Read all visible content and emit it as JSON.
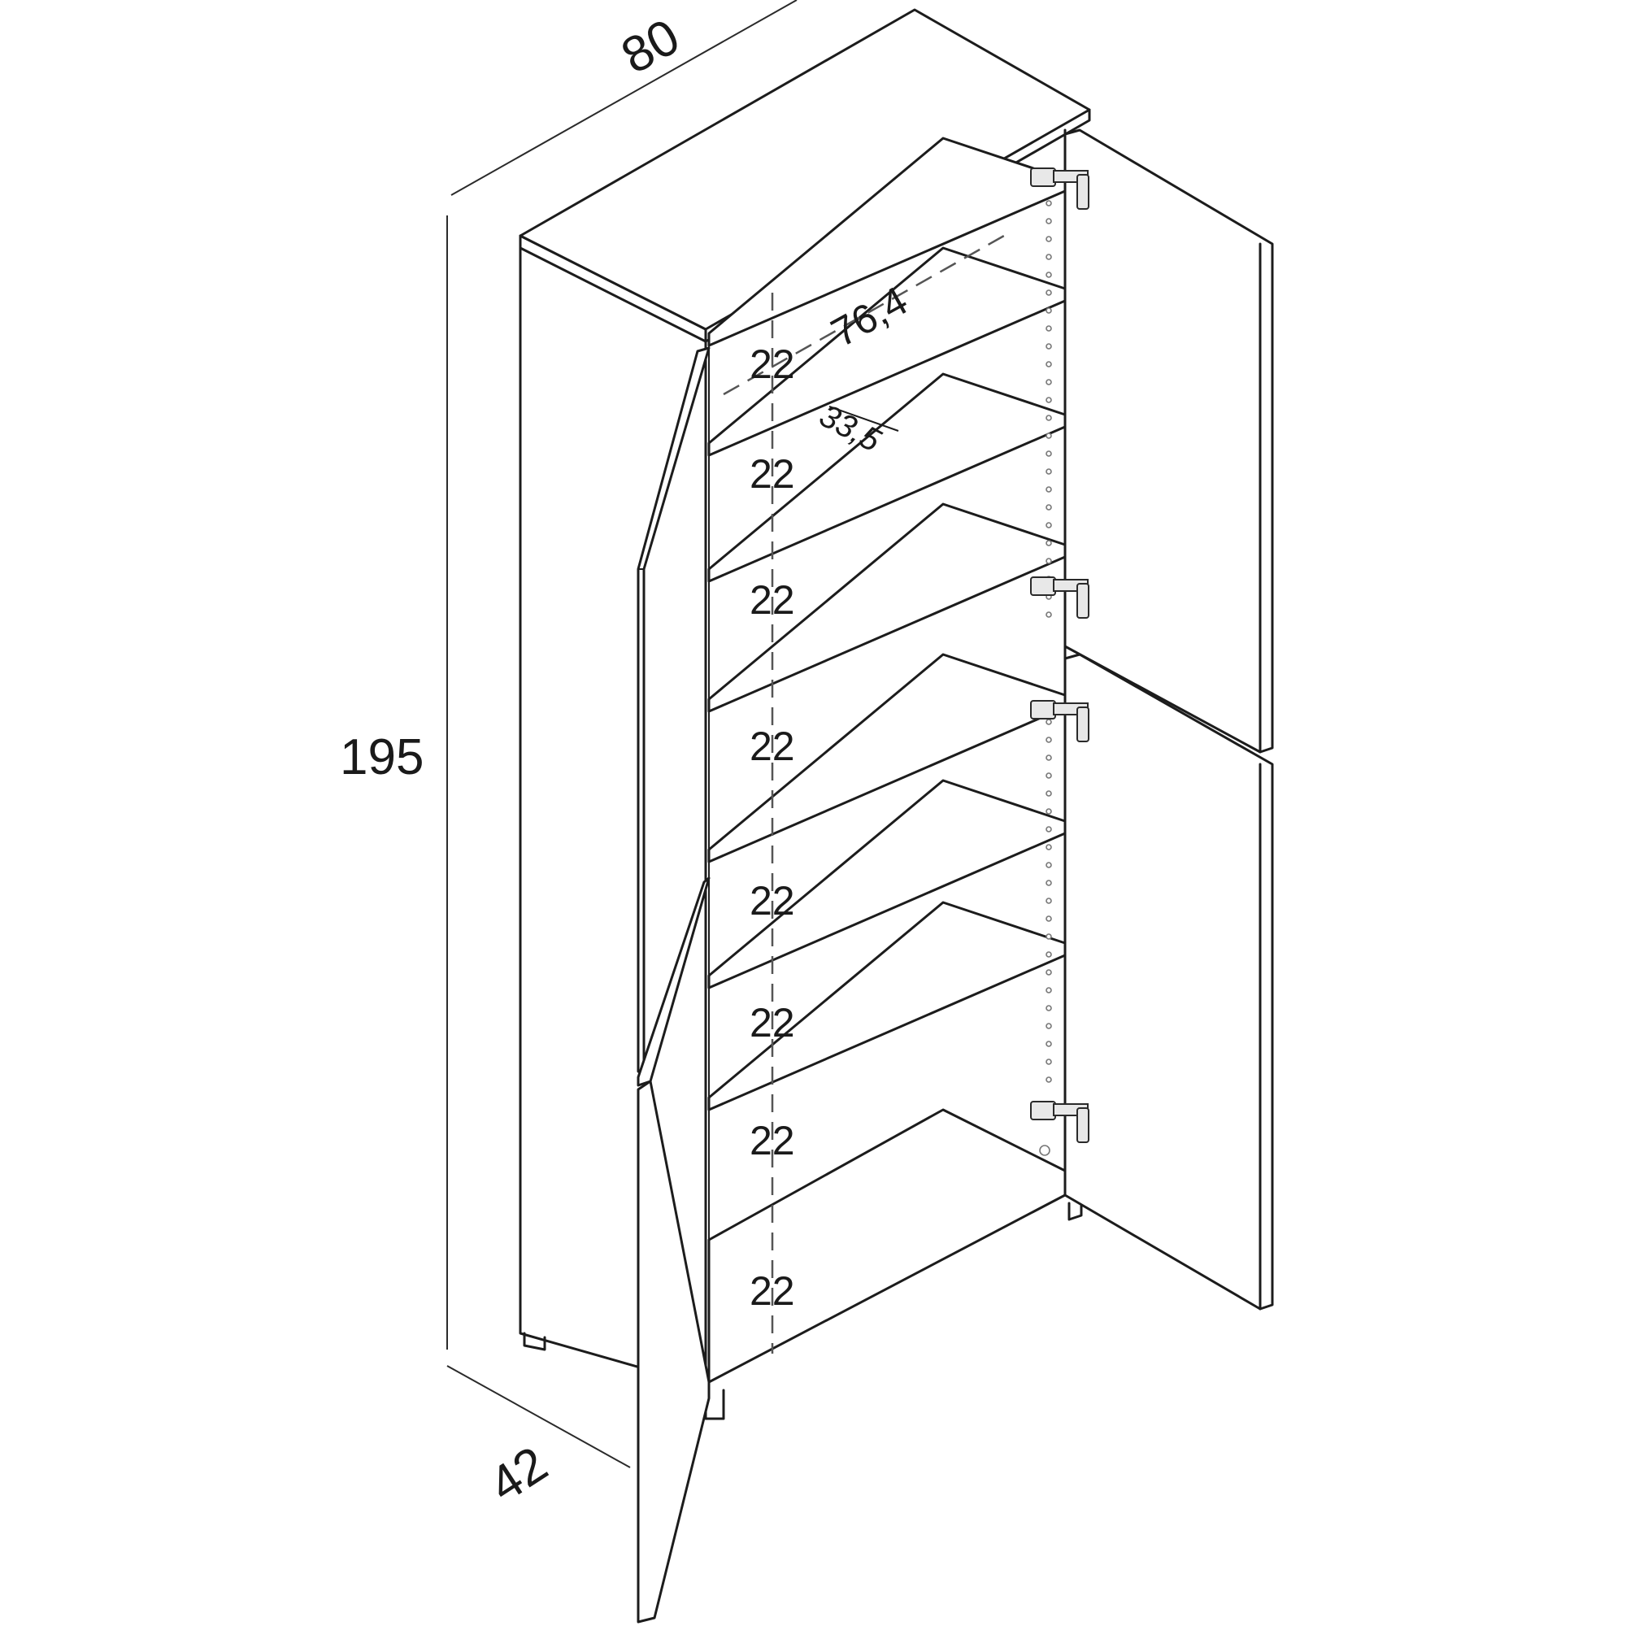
{
  "dimensions": {
    "width": "80",
    "height": "195",
    "depth": "42",
    "inner_width": "76,4",
    "shelf_depth": "33,5"
  },
  "compartment_heights": [
    "22",
    "22",
    "22",
    "22",
    "22",
    "22",
    "22",
    "22"
  ],
  "colors": {
    "line": "#1c1c1c",
    "background": "#ffffff"
  }
}
